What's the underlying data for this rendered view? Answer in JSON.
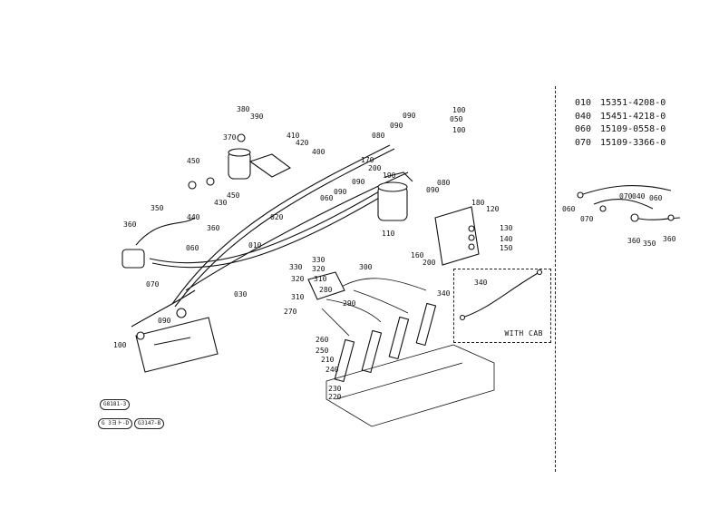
{
  "parts_list": [
    {
      "ref": "010",
      "part": "15351-4208-0"
    },
    {
      "ref": "040",
      "part": "15451-4218-0"
    },
    {
      "ref": "060",
      "part": "15109-0558-0"
    },
    {
      "ref": "070",
      "part": "15109-3366-0"
    }
  ],
  "inset": {
    "caption": "WITH CAB",
    "label": "340"
  },
  "callouts": {
    "c380": "380",
    "c390": "390",
    "c370": "370",
    "c410": "410",
    "c420": "420",
    "c400": "400",
    "c450a": "450",
    "c450b": "450",
    "c430": "430",
    "c350": "350",
    "c360a": "360",
    "c360b": "360",
    "c440": "440",
    "c060a": "060",
    "c070a": "070",
    "c090a": "090",
    "c100a": "100",
    "c020": "020",
    "c010": "010",
    "c030": "030",
    "c080a": "080",
    "c090b": "090",
    "c090c": "090",
    "c100b": "100",
    "c050": "050",
    "c100c": "100",
    "c170": "170",
    "c200": "200",
    "c190": "190",
    "c090d": "090",
    "c080b": "080",
    "c090e": "090",
    "c060b": "060",
    "c090f": "090",
    "c110": "110",
    "c180": "180",
    "c120": "120",
    "c130": "130",
    "c140": "140",
    "c150": "150",
    "c160": "160",
    "c200b": "200",
    "c330a": "330",
    "c320a": "320",
    "c330b": "330",
    "c320b": "320",
    "c300": "300",
    "c310a": "310",
    "c310b": "310",
    "c280": "280",
    "c290": "290",
    "c270": "270",
    "c340": "340",
    "c260": "260",
    "c250": "250",
    "c210": "210",
    "c240": "240",
    "c230": "230",
    "c220": "220",
    "r070a": "070",
    "r060": "060",
    "r070b": "070",
    "r040": "040",
    "r060b": "060",
    "r360a": "360",
    "r350": "350",
    "r360b": "360"
  },
  "stamps": [
    "G8181-3",
    "G 3ヨト-D",
    "G3147-B"
  ]
}
